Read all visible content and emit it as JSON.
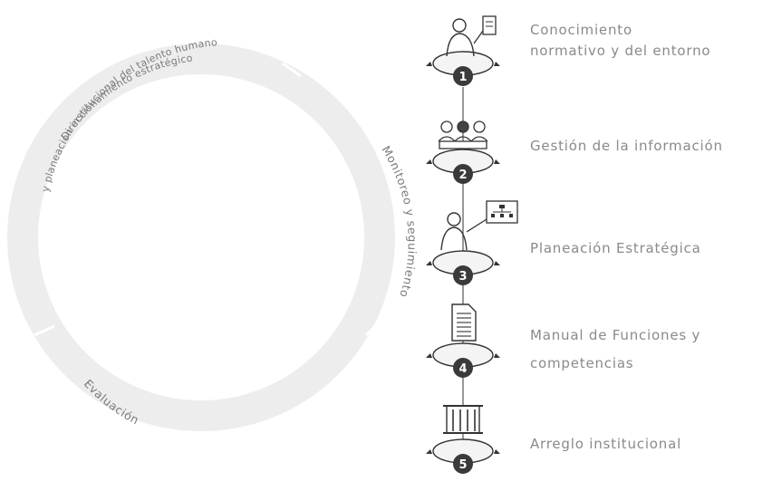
{
  "cycle": {
    "arc_top_line1": "Direccionamiento estratégico",
    "arc_top_line2": "y planeación institucional del talento humano",
    "arc_right": "Monitoreo y seguimiento",
    "arc_bottom": "Evaluación"
  },
  "steps": [
    {
      "number": "1",
      "icon": "person-with-document-icon",
      "lines": [
        "Conocimiento",
        "normativo y del entorno"
      ]
    },
    {
      "number": "2",
      "icon": "team-meeting-icon",
      "lines": [
        "Gestión de la información"
      ]
    },
    {
      "number": "3",
      "icon": "presenter-org-chart-icon",
      "lines": [
        "Planeación Estratégica"
      ]
    },
    {
      "number": "4",
      "icon": "document-page-icon",
      "lines": [
        "Manual de Funciones y",
        "competencias"
      ]
    },
    {
      "number": "5",
      "icon": "institution-building-icon",
      "lines": [
        "Arreglo institucional"
      ]
    }
  ],
  "colors": {
    "ring": "#ececec",
    "text": "#8a8a8a",
    "badge": "#3a3a3a"
  }
}
